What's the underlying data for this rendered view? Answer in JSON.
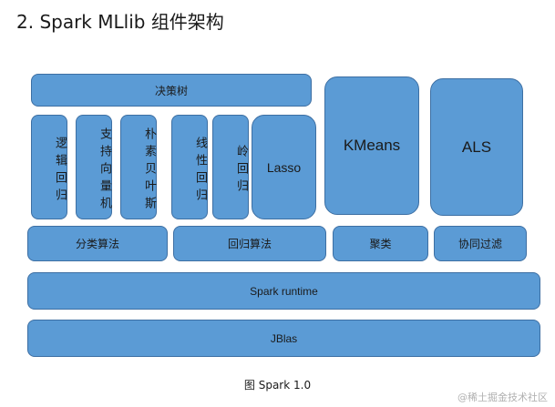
{
  "title": "2. Spark MLlib 组件架构",
  "decision_tree": "决策树",
  "kmeans": "KMeans",
  "als": "ALS",
  "classification_algos": [
    "逻辑回归",
    "支持向量机",
    "朴素贝叶斯"
  ],
  "regression_algos": [
    "线性回归",
    "岭回归"
  ],
  "lasso": "Lasso",
  "categories": {
    "classification": "分类算法",
    "regression": "回归算法",
    "clustering": "聚类",
    "collaborative_filtering": "协同过滤"
  },
  "runtime": "Spark runtime",
  "jblas": "JBlas",
  "caption": "图 Spark 1.0",
  "watermark": "@稀土掘金技术社区",
  "colors": {
    "box_fill": "#5b9bd5",
    "box_border": "#3d6fa3"
  }
}
